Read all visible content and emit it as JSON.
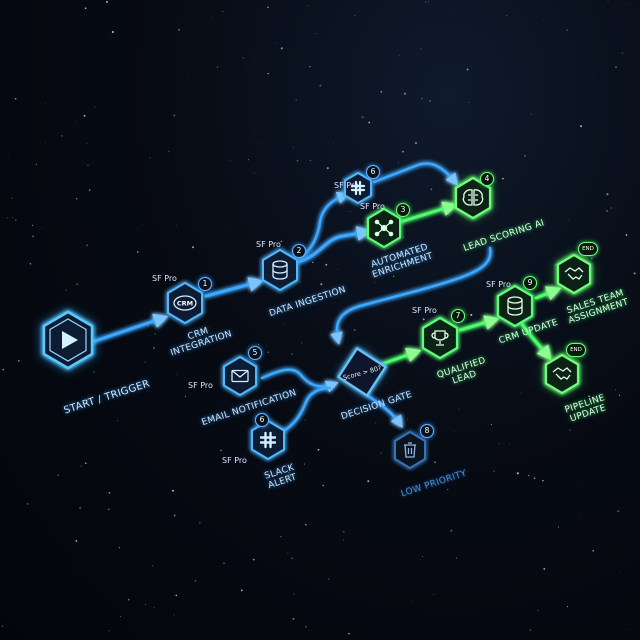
{
  "colors": {
    "blue": "#2f9bff",
    "green": "#3dff5a",
    "background": "#05080f"
  },
  "nodes": {
    "start": {
      "label": "START / TRIGGER",
      "icon": "play-icon"
    },
    "crm": {
      "label": "CRM\nINTEGRATION",
      "icon": "crm-icon",
      "icon_text": "CRM",
      "badge": "1",
      "tag": "SF Pro"
    },
    "ingest": {
      "label": "DATA INGESTION",
      "icon": "database-icon",
      "badge": "2",
      "tag": "SF Pro"
    },
    "enrich": {
      "label": "AUTOMATED\nENRICHMENT",
      "icon": "network-icon",
      "badge": "3",
      "tag": "SF Pro"
    },
    "slack_top": {
      "icon": "slack-icon",
      "badge": "6",
      "tag": "SF Pro"
    },
    "scoring": {
      "label": "LEAD SCORING AI",
      "icon": "brain-icon",
      "badge": "4"
    },
    "email": {
      "label": "EMAIL NOTIFICATION",
      "icon": "envelope-icon",
      "badge": "5",
      "tag": "SF Pro"
    },
    "slack_alert": {
      "label": "SLACK\nALERT",
      "icon": "slack-icon",
      "badge": "6",
      "tag": "SF Pro"
    },
    "decision": {
      "label": "DECISION GATE",
      "icon_text": "Score > 80?"
    },
    "low": {
      "label": "LOW PRIORITY",
      "icon": "trash-icon",
      "badge": "8"
    },
    "qualified": {
      "label": "QUALIFIED\nLEAD",
      "icon": "trophy-icon",
      "badge": "7",
      "tag": "SF Pro"
    },
    "crm_update": {
      "label": "CRM UPDATE",
      "icon": "database-icon",
      "badge": "9",
      "tag": "SF Pro"
    },
    "sales": {
      "label": "SALES TEAM\nASSIGNMENT",
      "icon": "handshake-icon",
      "badge": "END"
    },
    "pipeline": {
      "label": "PIPELINE\nUPDATE",
      "icon": "handshake-icon",
      "badge": "END"
    }
  }
}
